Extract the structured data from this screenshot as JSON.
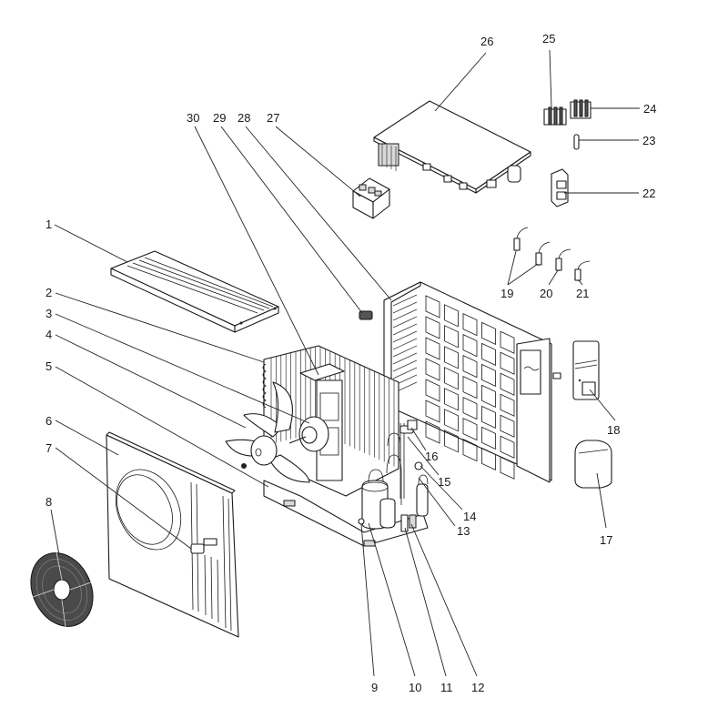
{
  "diagram": {
    "title": "Outdoor unit exploded parts view",
    "callouts": [
      {
        "id": "1",
        "label": "1",
        "part": "top-panel"
      },
      {
        "id": "2",
        "label": "2",
        "part": "condenser-coil"
      },
      {
        "id": "3",
        "label": "3",
        "part": "fan-motor"
      },
      {
        "id": "4",
        "label": "4",
        "part": "fan-blade"
      },
      {
        "id": "5",
        "label": "5",
        "part": "base-pan"
      },
      {
        "id": "6",
        "label": "6",
        "part": "front-panel"
      },
      {
        "id": "7",
        "label": "7",
        "part": "front-panel-handle"
      },
      {
        "id": "8",
        "label": "8",
        "part": "fan-grille"
      },
      {
        "id": "9",
        "label": "9",
        "part": "drain-fitting"
      },
      {
        "id": "10",
        "label": "10",
        "part": "compressor"
      },
      {
        "id": "11",
        "label": "11",
        "part": "service-valve-a"
      },
      {
        "id": "12",
        "label": "12",
        "part": "service-valve-b"
      },
      {
        "id": "13",
        "label": "13",
        "part": "accumulator"
      },
      {
        "id": "14",
        "label": "14",
        "part": "pressure-switch"
      },
      {
        "id": "15",
        "label": "15",
        "part": "four-way-valve"
      },
      {
        "id": "16",
        "label": "16",
        "part": "reversing-valve-coil"
      },
      {
        "id": "17",
        "label": "17",
        "part": "valve-cover"
      },
      {
        "id": "18",
        "label": "18",
        "part": "side-cover"
      },
      {
        "id": "19",
        "label": "19",
        "part": "temperature-sensor-pair"
      },
      {
        "id": "20",
        "label": "20",
        "part": "temperature-sensor"
      },
      {
        "id": "21",
        "label": "21",
        "part": "temperature-sensor-small"
      },
      {
        "id": "22",
        "label": "22",
        "part": "terminal-holder"
      },
      {
        "id": "23",
        "label": "23",
        "part": "fuse"
      },
      {
        "id": "24",
        "label": "24",
        "part": "terminal-block-large"
      },
      {
        "id": "25",
        "label": "25",
        "part": "terminal-block-small"
      },
      {
        "id": "26",
        "label": "26",
        "part": "control-board"
      },
      {
        "id": "27",
        "label": "27",
        "part": "reactor"
      },
      {
        "id": "28",
        "label": "28",
        "part": "side-rear-panel"
      },
      {
        "id": "29",
        "label": "29",
        "part": "connector"
      },
      {
        "id": "30",
        "label": "30",
        "part": "motor-bracket"
      }
    ]
  }
}
